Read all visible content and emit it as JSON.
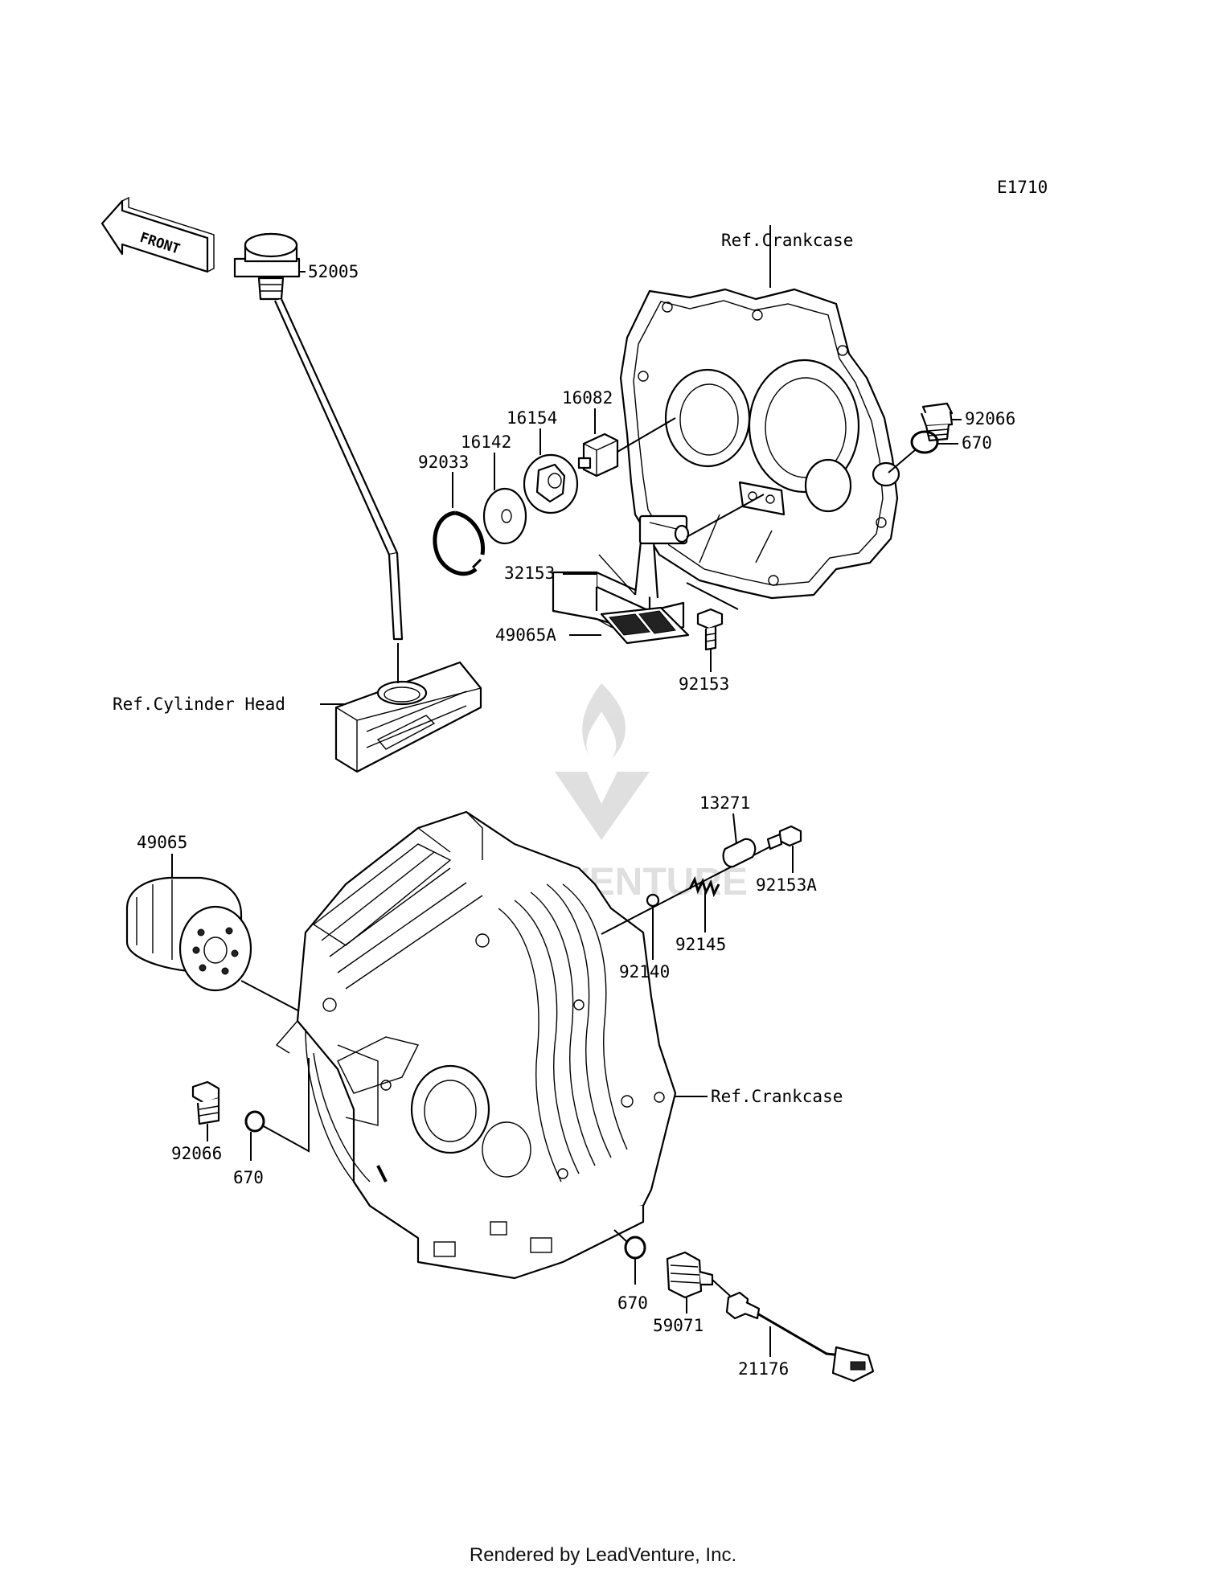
{
  "diagram_code": "E1710",
  "front_arrow": "FRONT",
  "footer": "Rendered by LeadVenture, Inc.",
  "watermark": "LEADVENTURE",
  "labels": {
    "p52005": "52005",
    "ref_crankcase_top": "Ref.Crankcase",
    "p92066_right": "92066",
    "p670_right": "670",
    "p16082": "16082",
    "p16154": "16154",
    "p16142": "16142",
    "p92033": "92033",
    "p32153": "32153",
    "p49065A": "49065A",
    "p92153": "92153",
    "ref_cylinder_head": "Ref.Cylinder Head",
    "p49065": "49065",
    "p13271": "13271",
    "p92153A": "92153A",
    "p92145": "92145",
    "p92140": "92140",
    "ref_crankcase_bottom": "Ref.Crankcase",
    "p92066_left": "92066",
    "p670_left": "670",
    "p670_bottom": "670",
    "p59071": "59071",
    "p21176": "21176"
  }
}
